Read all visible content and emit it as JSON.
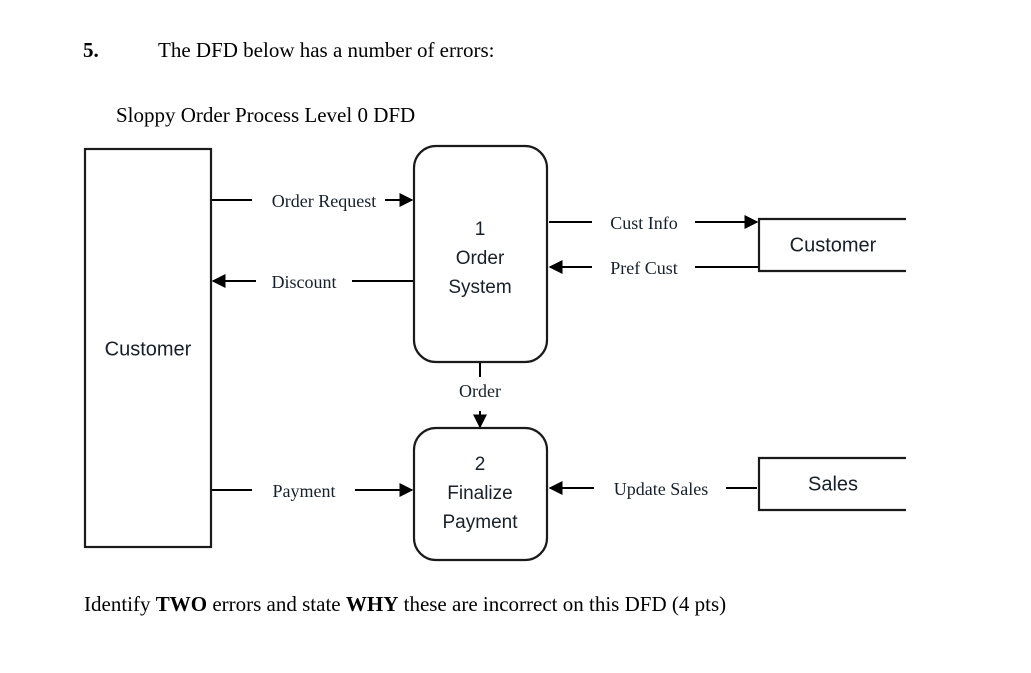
{
  "question": {
    "number": "5.",
    "prompt": "The DFD below has a number of errors:"
  },
  "diagram": {
    "title": "Sloppy Order Process Level 0 DFD",
    "entities": [
      {
        "id": "customer-left",
        "label": "Customer"
      },
      {
        "id": "customer-right",
        "label": "Customer"
      },
      {
        "id": "sales-right",
        "label": "Sales"
      }
    ],
    "processes": [
      {
        "id": "process-1",
        "number": "1",
        "name_line1": "Order",
        "name_line2": "System"
      },
      {
        "id": "process-2",
        "number": "2",
        "name_line1": "Finalize",
        "name_line2": "Payment"
      }
    ],
    "flows": [
      {
        "id": "order-request",
        "label": "Order Request",
        "direction": "right"
      },
      {
        "id": "discount",
        "label": "Discount",
        "direction": "left"
      },
      {
        "id": "cust-info",
        "label": "Cust Info",
        "direction": "right"
      },
      {
        "id": "pref-cust",
        "label": "Pref Cust",
        "direction": "left"
      },
      {
        "id": "order",
        "label": "Order",
        "direction": "down"
      },
      {
        "id": "payment",
        "label": "Payment",
        "direction": "right"
      },
      {
        "id": "update-sales",
        "label": "Update Sales",
        "direction": "left"
      }
    ]
  },
  "footer": {
    "part1": "Identify ",
    "bold1": "TWO",
    "part2": " errors and state ",
    "bold2": "WHY",
    "part3": " these are incorrect on this DFD (4 pts)"
  },
  "colors": {
    "stroke": "#1a1a1a",
    "text": "#000000",
    "background": "#ffffff"
  }
}
